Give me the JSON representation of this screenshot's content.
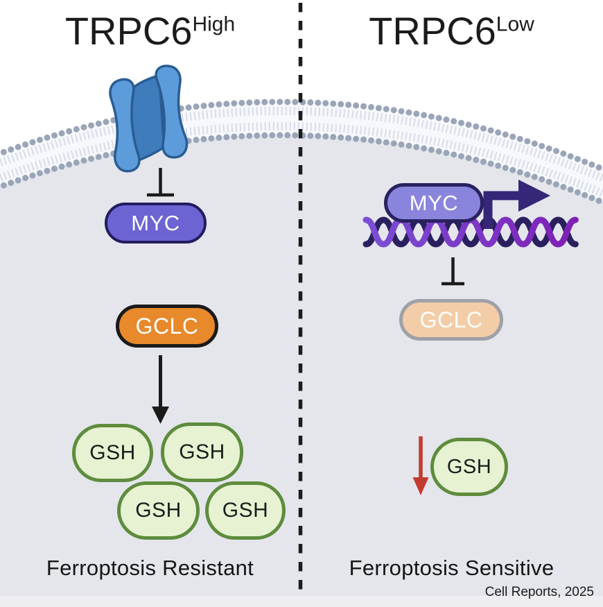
{
  "left": {
    "title": "TRPC6",
    "title_sup": "High",
    "myc": "MYC",
    "gclc": "GCLC",
    "gsh": [
      "GSH",
      "GSH",
      "GSH",
      "GSH"
    ],
    "footer": "Ferroptosis Resistant"
  },
  "right": {
    "title": "TRPC6",
    "title_sup": "Low",
    "myc": "MYC",
    "gclc": "GCLC",
    "gsh": "GSH",
    "footer": "Ferroptosis Sensitive"
  },
  "credit": "Cell Reports, 2025",
  "icons": {
    "channel": "trpc6-channel-icon",
    "membrane": "cell-membrane-bilayer-icon",
    "dna": "dna-helix-icon",
    "transcription": "transcription-start-arrow-icon",
    "inhibition": "inhibition-t-bar-icon",
    "arrow": "down-arrow-icon",
    "decrease": "red-decrease-arrow-icon",
    "divider": "dashed-divider"
  },
  "colors": {
    "cell_interior": "#e4e6eb",
    "membrane_heads": "#9aa5b8",
    "channel_blue": "#5c9cdb",
    "channel_blue_dark": "#3e7cbc",
    "myc_active": "#6c64d2",
    "myc_right": "#8a85dc",
    "gclc_active": "#e8892b",
    "gclc_faded": "#f2cda7",
    "gsh_green_fill": "#e6f2d1",
    "gsh_green_border": "#5e8c3d",
    "dna_dark": "#2a2060",
    "dna_purple": "#7f1fb5",
    "transcription_arrow": "#362678",
    "decrease_red": "#c23b2f"
  }
}
